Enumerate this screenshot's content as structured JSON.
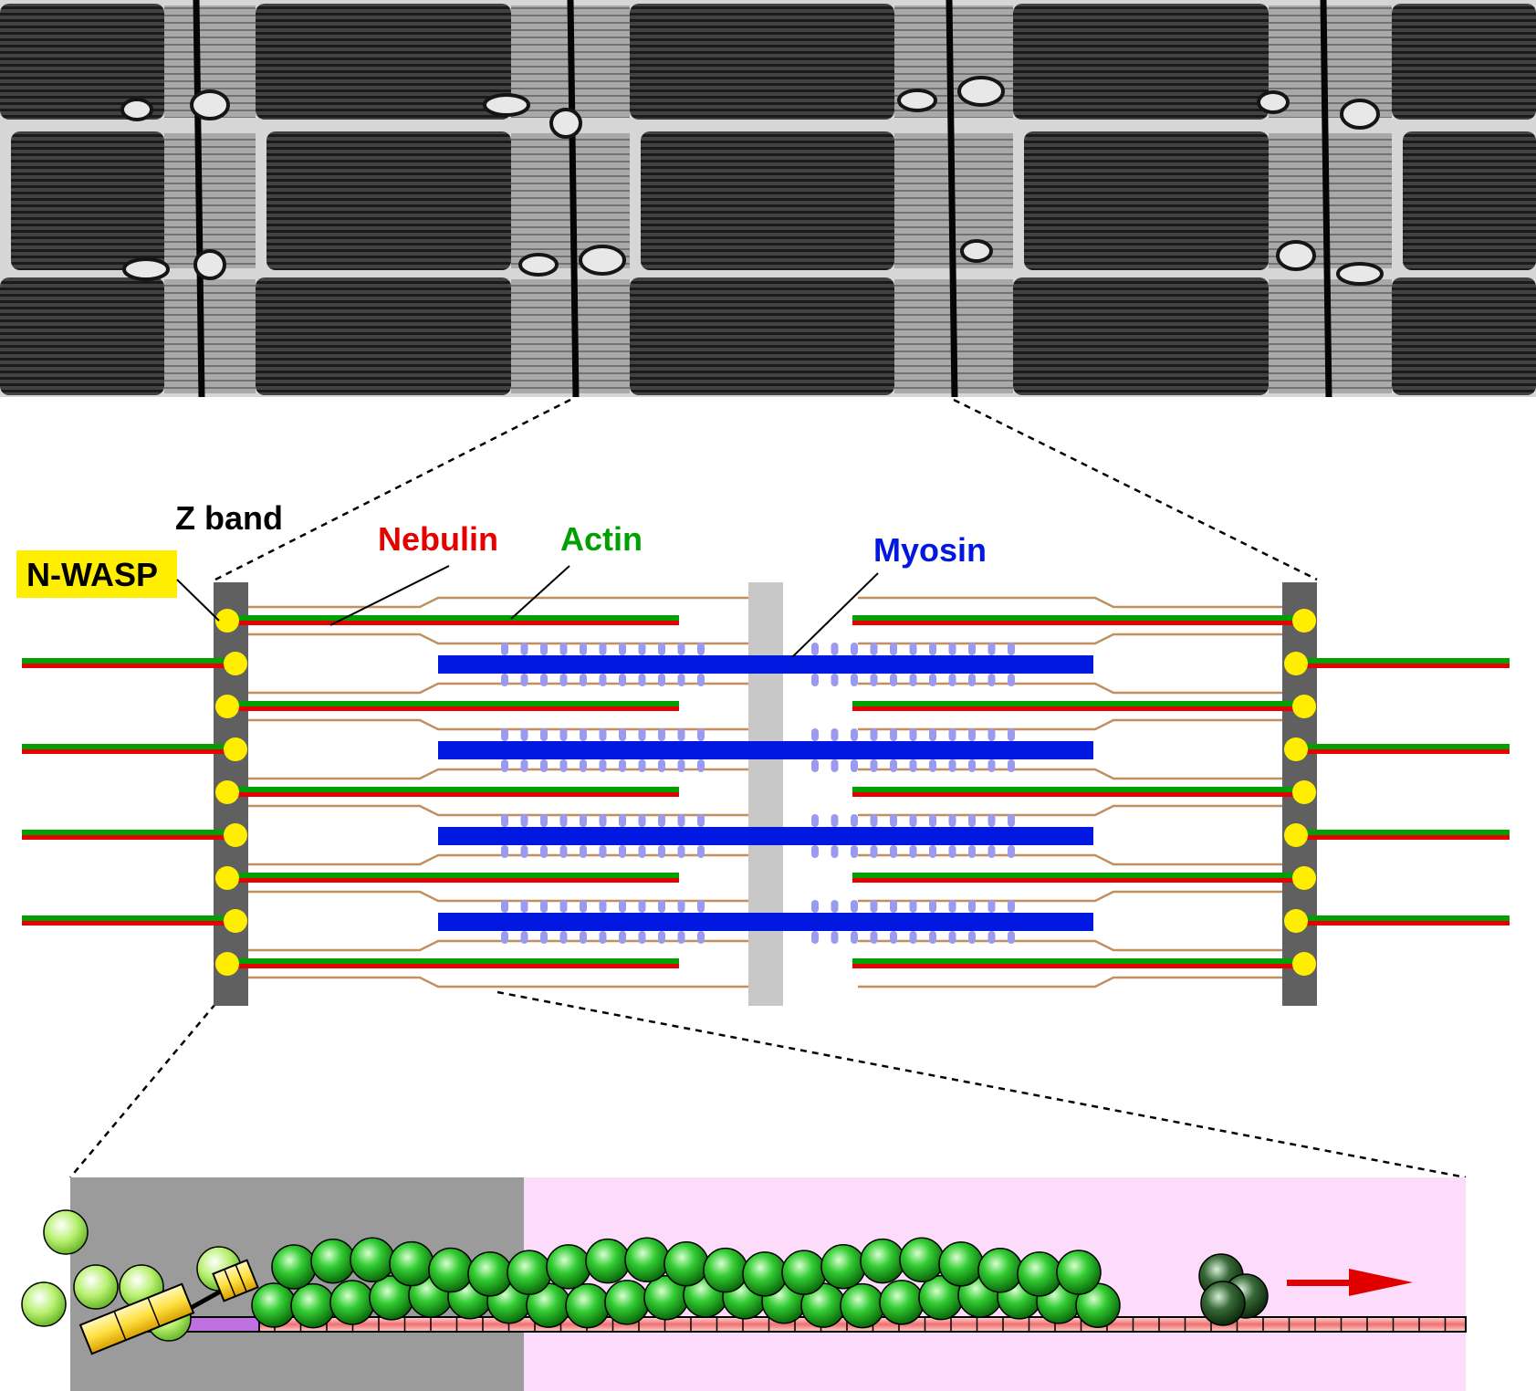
{
  "labels": {
    "z_band": "Z band",
    "nebulin": "Nebulin",
    "actin": "Actin",
    "myosin": "Myosin",
    "n_wasp": "N-WASP"
  },
  "colors": {
    "nebulin": "#e60000",
    "actin": "#00a000",
    "myosin": "#0018e0",
    "n_wasp": "#ffee00",
    "z_band": "#606060",
    "m_line": "#c8c8c8",
    "titin": "#c09060",
    "myosin_heads": "#9a9af0",
    "zone_gray": "#9b9b9b",
    "zone_pink": "#fcdcfa",
    "arrow": "#e00000",
    "actin_monomer": "#33cc33"
  },
  "micrograph": {
    "description_icon": "electron-micrograph-sarcomeres"
  },
  "sarcomere": {
    "thin_filament_rows": 9,
    "thick_filament_rows": 4,
    "myosin_heads_per_half": 11
  },
  "detail": {
    "arrow_icon": "right-arrow-icon"
  }
}
